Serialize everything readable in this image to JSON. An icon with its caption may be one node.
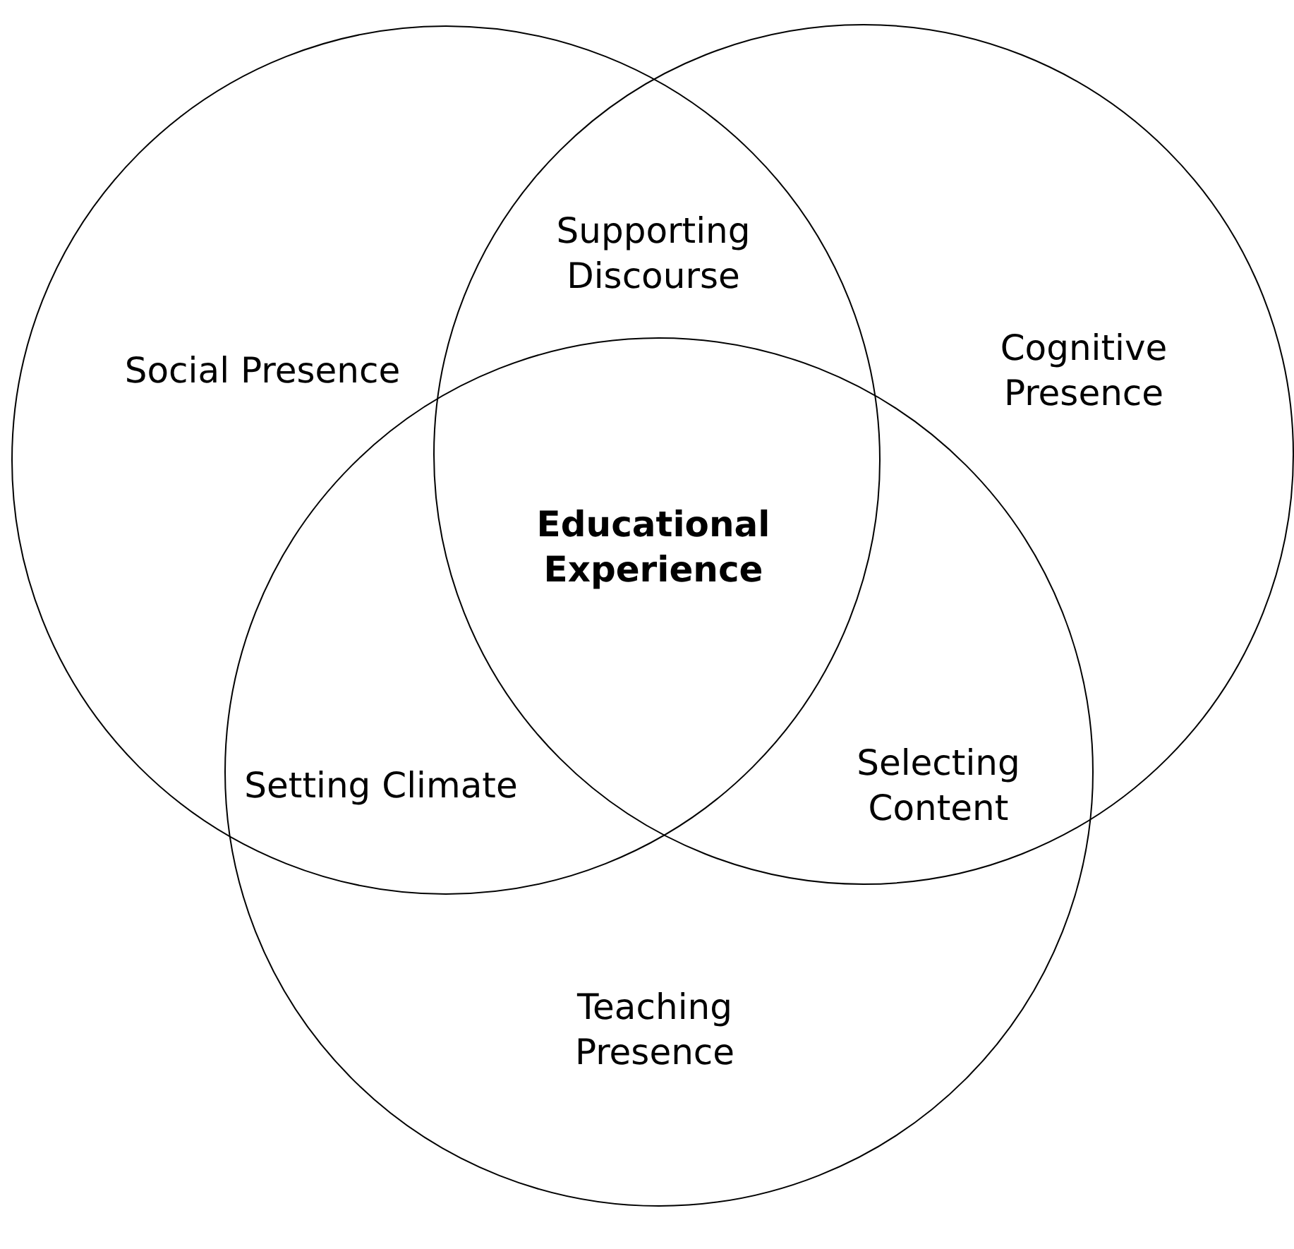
{
  "diagram": {
    "nodes": [
      {
        "text": [
          "Social Presence"
        ]
      },
      {
        "text": [
          "Cognitive Presence"
        ]
      },
      {
        "text": [
          "Teaching Presence"
        ]
      }
    ],
    "labels": [
      "Supporting Discourse",
      "Educational Experience",
      "Setting Climate",
      "Selecting Content"
    ]
  }
}
